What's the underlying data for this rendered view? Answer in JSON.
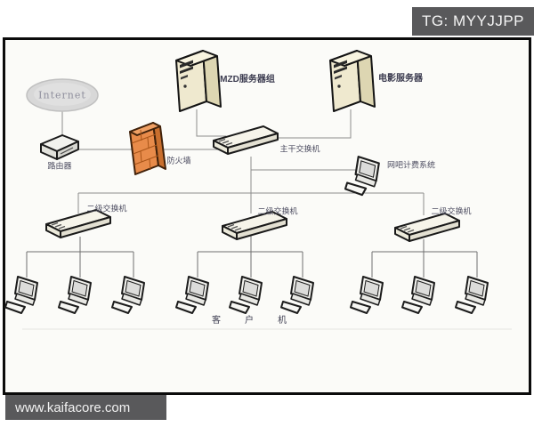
{
  "badge": {
    "text": "TG: MYYJJPP"
  },
  "footer": {
    "text": "www.kaifacore.com"
  },
  "diagram": {
    "internet_label": "Internet",
    "router_label": "路由器",
    "firewall_label": "防火墙",
    "server1_label": "MZD服务器组",
    "server2_label": "电影服务器",
    "core_switch_label": "主干交换机",
    "billing_label": "网吧计费系统",
    "secondary_switch_label": "二级交换机",
    "clients_label": "客户机"
  },
  "colors": {
    "badge_bg": "#59595b",
    "frame_border": "#0b0b0b",
    "firewall_orange": "#e88b4a",
    "server_beige": "#efe9cf",
    "connector_line": "#8c8c8c",
    "label_text": "#4c4c60"
  }
}
